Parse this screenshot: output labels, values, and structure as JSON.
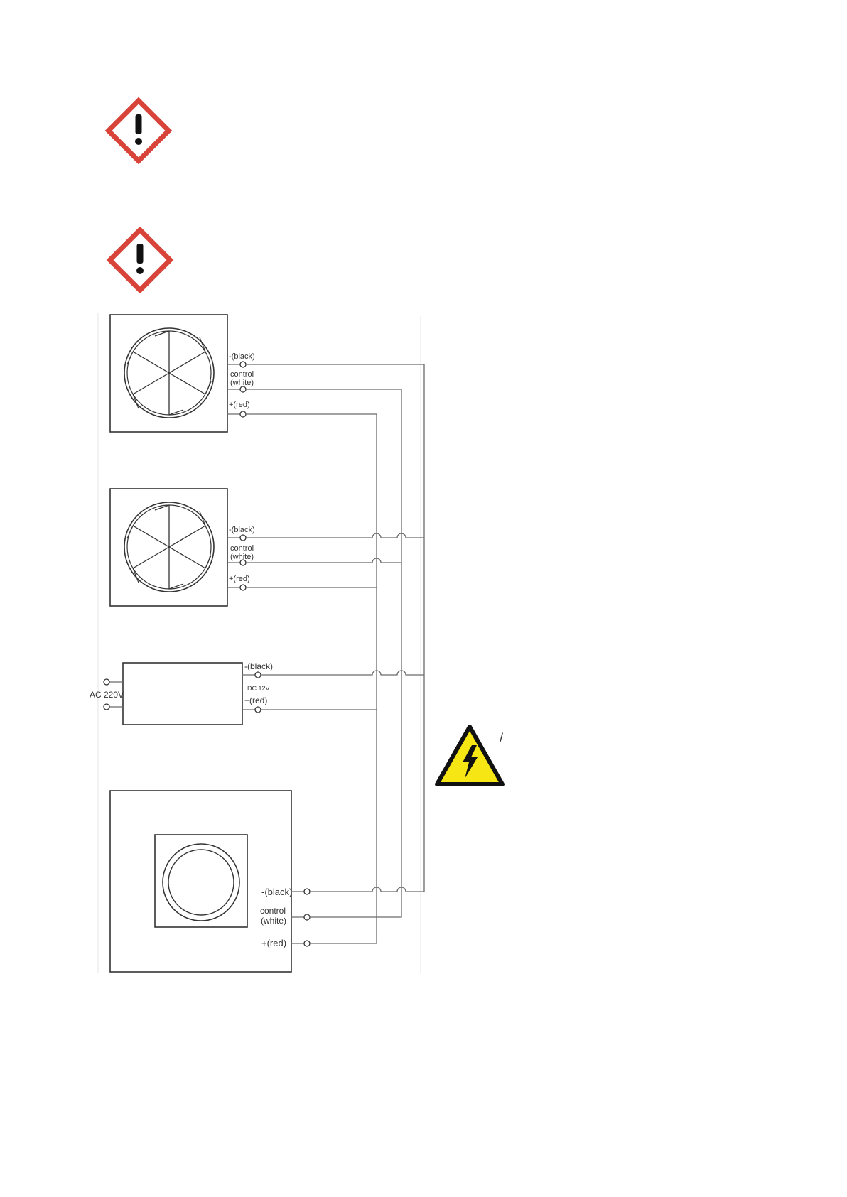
{
  "colors": {
    "ghs_border": "#d9443a",
    "ghs_symbol": "#111111",
    "shock_fill": "#f5e614",
    "shock_border": "#111111",
    "wire": "#6b6b6b",
    "outline": "#333333"
  },
  "icons": {
    "warning_1": "exclamation-diamond-icon",
    "warning_2": "exclamation-diamond-icon",
    "warning_3": "high-voltage-triangle-icon"
  },
  "fan1": {
    "neg": "-(black)",
    "ctrl1": "control",
    "ctrl2": "(white)",
    "pos": "+(red)"
  },
  "fan2": {
    "neg": "-(black)",
    "ctrl1": "control",
    "ctrl2": "(white)",
    "pos": "+(red)"
  },
  "psu": {
    "input": "AC 220V",
    "neg": "-(black)",
    "dc": "DC 12V",
    "pos": "+(red)"
  },
  "controller": {
    "neg": "-(black)",
    "ctrl1": "control",
    "ctrl2": "(white)",
    "pos": "+(red)"
  },
  "stray_mark": "/"
}
